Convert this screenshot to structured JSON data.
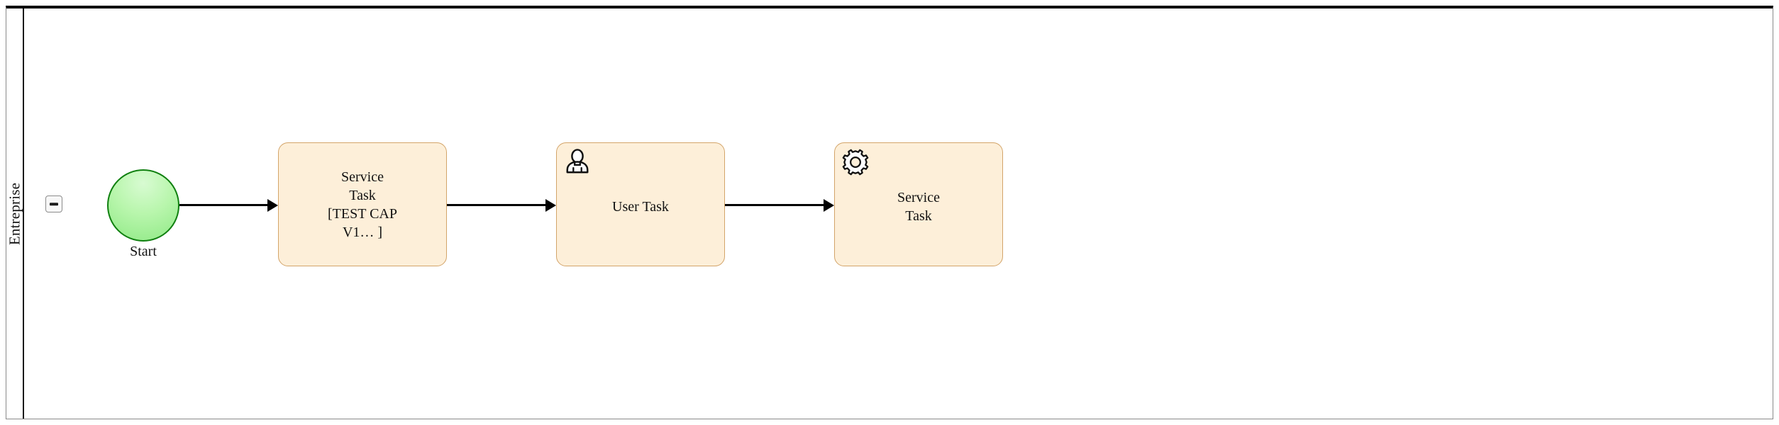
{
  "pool": {
    "label": "Entreprise",
    "collapse_button": {
      "icon": "minus-icon",
      "state": "expanded"
    }
  },
  "diagram": {
    "type": "bpmn-process",
    "nodes": [
      {
        "id": "start",
        "kind": "start-event",
        "label": "Start",
        "icon": null,
        "fill": "#b9f6ad",
        "stroke": "#108010"
      },
      {
        "id": "task-service-test-cap",
        "kind": "service-task",
        "label": "Service\nTask\n[TEST CAP\nV1… ]",
        "icon": null,
        "fill": "#fdefd9",
        "stroke": "#d3a469"
      },
      {
        "id": "task-user",
        "kind": "user-task",
        "label": "User Task",
        "icon": "user-icon",
        "fill": "#fdefd9",
        "stroke": "#d3a469"
      },
      {
        "id": "task-service",
        "kind": "service-task",
        "label": "Service\nTask",
        "icon": "gear-icon",
        "fill": "#fdefd9",
        "stroke": "#d3a469"
      }
    ],
    "flows": [
      {
        "id": "flow-1",
        "from": "start",
        "to": "task-service-test-cap"
      },
      {
        "id": "flow-2",
        "from": "task-service-test-cap",
        "to": "task-user"
      },
      {
        "id": "flow-3",
        "from": "task-user",
        "to": "task-service"
      }
    ]
  }
}
